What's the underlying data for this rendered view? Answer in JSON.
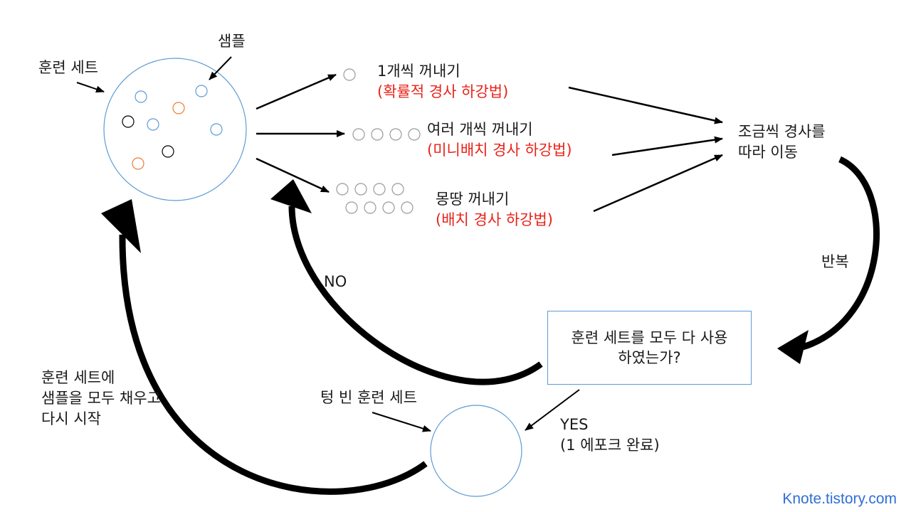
{
  "training_set_label": "훈련 세트",
  "sample_label": "샘플",
  "methods": [
    {
      "title": "1개씩 꺼내기",
      "subtitle": "(확률적 경사 하강법)"
    },
    {
      "title": "여러 개씩 꺼내기",
      "subtitle": "(미니배치 경사 하강법)"
    },
    {
      "title": "몽땅 꺼내기",
      "subtitle": "(배치 경사 하강법)"
    }
  ],
  "move_line1": "조금씩 경사를",
  "move_line2": "따라 이동",
  "repeat_label": "반복",
  "question_line1": "훈련 세트를 모두 다 사용",
  "question_line2": "하였는가?",
  "no_label": "NO",
  "yes_line1": "YES",
  "yes_line2": "(1 에포크 완료)",
  "empty_set_label": "텅 빈 훈련 세트",
  "restart_line1": "훈련 세트에",
  "restart_line2": "샘플을 모두 채우고",
  "restart_line3": "다시 시작",
  "watermark": "Knote.tistory.com",
  "colors": {
    "circle_outline": "#5b9bd5",
    "orange_sample": "#ed7d31",
    "black_sample": "#000000",
    "subtitle_red": "#e8231a",
    "watermark_blue": "#2f6fd6"
  }
}
